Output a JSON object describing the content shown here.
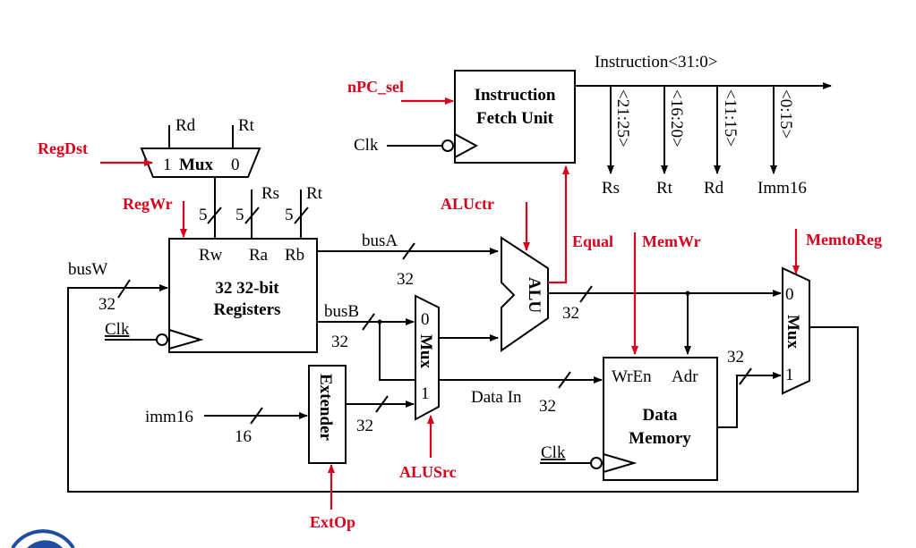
{
  "colors": {
    "signal": "#d9001b",
    "wire": "#000000"
  },
  "control_signals": {
    "npc_sel": "nPC_sel",
    "regdst": "RegDst",
    "regwr": "RegWr",
    "aluctr": "ALUctr",
    "equal": "Equal",
    "memwr": "MemWr",
    "memtoreg": "MemtoReg",
    "alusrc": "ALUSrc",
    "extop": "ExtOp"
  },
  "ifu": {
    "line1": "Instruction",
    "line2": "Fetch Unit",
    "clk": "Clk"
  },
  "instruction_bus": {
    "label": "Instruction<31:0>",
    "fields": [
      "<21:25>",
      "<16:20>",
      "<11:15>",
      "<0:15>"
    ],
    "outputs": [
      "Rs",
      "Rt",
      "Rd",
      "Imm16"
    ]
  },
  "regdst_mux": {
    "label": "Mux",
    "in1": "1",
    "in0": "0",
    "rd": "Rd",
    "rt": "Rt"
  },
  "regfile": {
    "line1": "32 32-bit",
    "line2": "Registers",
    "rw": "Rw",
    "ra": "Ra",
    "rb": "Rb",
    "rs": "Rs",
    "rt": "Rt",
    "clk": "Clk",
    "width_rw": "5",
    "width_ra": "5",
    "width_rb": "5"
  },
  "buses": {
    "busa": "busA",
    "busa_width": "32",
    "busb": "busB",
    "busb_width": "32",
    "busw": "busW",
    "busw_width": "32",
    "alu_out_width": "32",
    "datain": "Data In",
    "datain_width": "32",
    "ext_out_width": "32",
    "mem_out_width": "32"
  },
  "alu": {
    "label": "ALU"
  },
  "alusrc_mux": {
    "label": "Mux",
    "in0": "0",
    "in1": "1"
  },
  "extender": {
    "label": "Extender",
    "imm_in": "imm16",
    "imm_width": "16"
  },
  "data_memory": {
    "line1": "Data",
    "line2": "Memory",
    "wren": "WrEn",
    "adr": "Adr",
    "clk": "Clk"
  },
  "memtoreg_mux": {
    "label": "Mux",
    "in0": "0",
    "in1": "1"
  }
}
